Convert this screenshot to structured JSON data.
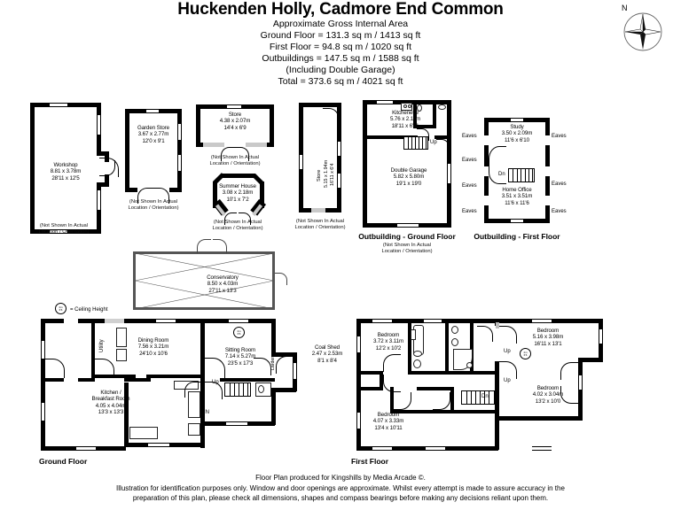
{
  "header": {
    "title": "Huckenden Holly, Cadmore End Common",
    "area_lines": [
      "Approximate Gross Internal Area",
      "Ground Floor = 131.3 sq m / 1413 sq ft",
      "First Floor = 94.8 sq m / 1020 sq ft",
      "Outbuildings = 147.5 sq m / 1588 sq ft",
      "(Including Double Garage)",
      "Total = 373.6 sq m / 4021 sq ft"
    ]
  },
  "compass": {
    "north_label": "N",
    "icon": "compass-rose-icon"
  },
  "not_shown_note": {
    "line1": "(Not Shown In Actual",
    "line2": "Location / Orientation)"
  },
  "ceiling_key": {
    "badge_line1": "2m",
    "badge_line2": "6'6",
    "label": "= Ceiling Height"
  },
  "section_labels": {
    "ground_floor": "Ground Floor",
    "first_floor": "First Floor",
    "outbuilding_ground": "Outbuilding - Ground Floor",
    "outbuilding_first": "Outbuilding - First Floor"
  },
  "rooms": {
    "workshop": {
      "name": "Workshop",
      "metric": "8.81 x 3.78m",
      "imperial": "28'11 x 12'5"
    },
    "garden_store": {
      "name": "Garden Store",
      "metric": "3.67 x 2.77m",
      "imperial": "12'0 x 9'1"
    },
    "store_top": {
      "name": "Store",
      "metric": "4.38 x 2.07m",
      "imperial": "14'4 x 6'9"
    },
    "summer_house": {
      "name": "Summer House",
      "metric": "3.08 x 2.18m",
      "imperial": "10'1 x 7'2"
    },
    "store_tall": {
      "name": "Store",
      "metric": "5.15 x 1.94m",
      "imperial": "16'11 x 6'4"
    },
    "kitchenette": {
      "name": "Kitchenette",
      "metric": "5.76 x 2.11m",
      "imperial": "18'11 x 6'11"
    },
    "double_garage": {
      "name": "Double Garage",
      "metric": "5.82 x 5.80m",
      "imperial": "19'1 x 19'0"
    },
    "study": {
      "name": "Study",
      "metric": "3.50 x 2.09m",
      "imperial": "11'6 x 6'10"
    },
    "home_office": {
      "name": "Home Office",
      "metric": "3.51 x 3.51m",
      "imperial": "11'6 x 11'6"
    },
    "conservatory": {
      "name": "Conservatory",
      "metric": "8.50 x 4.03m",
      "imperial": "27'11 x 13'3"
    },
    "dining_room": {
      "name": "Dining Room",
      "metric": "7.56 x 3.21m",
      "imperial": "24'10 x 10'6"
    },
    "kitchen_breakfast": {
      "name1": "Kitchen /",
      "name2": "Breakfast Room",
      "metric": "4.05 x 4.04m",
      "imperial": "13'3 x 13'3"
    },
    "sitting_room": {
      "name": "Sitting Room",
      "metric": "7.14 x 5.27m",
      "imperial": "23'5 x 17'3"
    },
    "coal_shed": {
      "name": "Coal Shed",
      "metric": "2.47 x 2.53m",
      "imperial": "8'1 x 8'4"
    },
    "bed_nw": {
      "name": "Bedroom",
      "metric": "3.72 x 3.11m",
      "imperial": "12'2 x 10'2"
    },
    "bed_sw": {
      "name": "Bedroom",
      "metric": "4.07 x 3.33m",
      "imperial": "13'4 x 10'11"
    },
    "bed_ne": {
      "name": "Bedroom",
      "metric": "5.16 x 3.98m",
      "imperial": "16'11 x 13'1"
    },
    "bed_se": {
      "name": "Bedroom",
      "metric": "4.02 x 3.04m",
      "imperial": "13'2 x 10'0"
    }
  },
  "small_labels": {
    "utility": "Utility",
    "larder": "Larder",
    "in": "IN",
    "up": "Up",
    "dn": "Dn",
    "eaves": "Eaves"
  },
  "footer": {
    "line1": "Floor Plan produced for Kingshills by Media Arcade ©.",
    "line2": "Illustration for identification purposes only. Window and door openings are approximate. Whilst every attempt is made to assure accuracy in the",
    "line3": "preparation of this plan, please check all dimensions, shapes and compass bearings before making any decisions reliant upon them."
  }
}
